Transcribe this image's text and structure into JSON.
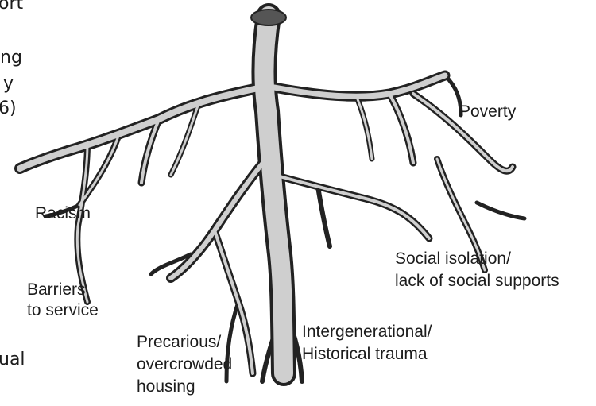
{
  "cropped_left_text": {
    "fragments": [
      "ort",
      "ng",
      "y",
      "6)",
      "ual"
    ]
  },
  "labels": {
    "poverty": "Poverty",
    "racism": "Racism",
    "social_isolation": [
      "Social isolation/",
      "lack of social supports"
    ],
    "barriers": [
      "Barriers",
      "to service"
    ],
    "housing": [
      "Precarious/",
      "overcrowded",
      "housing"
    ],
    "trauma": [
      "Intergenerational/",
      "Historical trauma"
    ]
  },
  "colors": {
    "ink": "#1c1c1c",
    "root_fill": "#cfcfcf",
    "root_stroke": "#222222",
    "background": "#ffffff"
  }
}
